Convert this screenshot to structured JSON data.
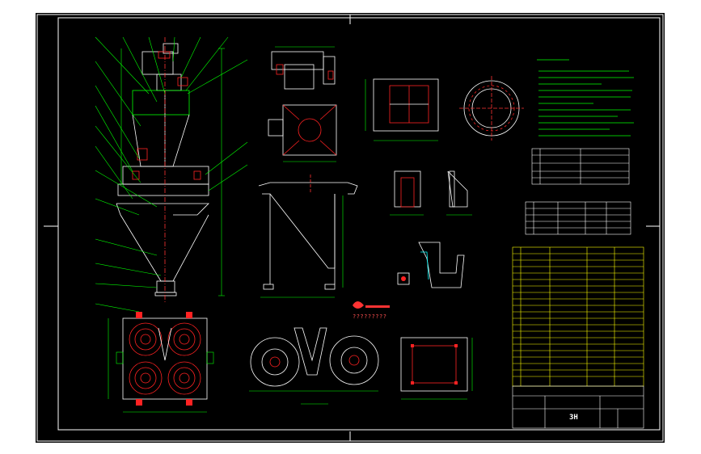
{
  "colors": {
    "background": "#000000",
    "frame": "#ffffff",
    "outline": "#ffffff",
    "dimension": "#00ff00",
    "hatch": "#ff2020",
    "center": "#ff3030",
    "table_header": "#ffff00",
    "note_text": "#00ff00"
  },
  "watermark": {
    "caption": "?????????"
  },
  "title_block": {
    "drawing_code": "3H"
  },
  "icons": [
    "logo-mark",
    "callout-leader",
    "center-mark"
  ]
}
